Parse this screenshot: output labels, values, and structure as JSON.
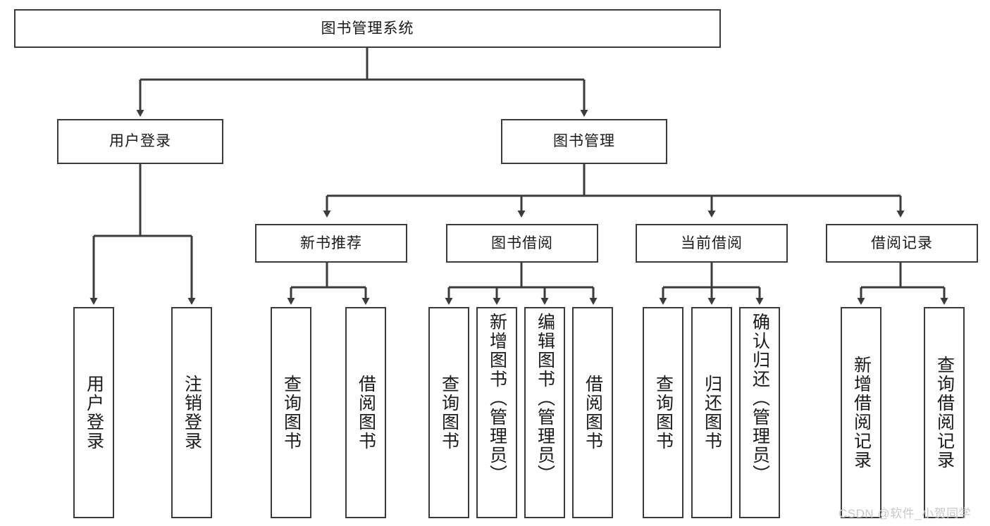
{
  "diagram": {
    "title": "图书管理系统",
    "type": "tree-hierarchy-chart",
    "root": {
      "label": "图书管理系统"
    },
    "level2": [
      {
        "label": "用户登录"
      },
      {
        "label": "图书管理"
      }
    ],
    "level3": [
      {
        "label": "新书推荐"
      },
      {
        "label": "图书借阅"
      },
      {
        "label": "当前借阅"
      },
      {
        "label": "借阅记录"
      }
    ],
    "leaves": {
      "user_login": [
        {
          "label": "用户登录"
        },
        {
          "label": "注销登录"
        }
      ],
      "new_book_recommend": [
        {
          "label": "查询图书"
        },
        {
          "label": "借阅图书"
        }
      ],
      "book_borrow": [
        {
          "label": "查询图书"
        },
        {
          "label": "新增图书（管理员）"
        },
        {
          "label": "编辑图书（管理员）"
        },
        {
          "label": "借阅图书"
        }
      ],
      "current_borrow": [
        {
          "label": "查询图书"
        },
        {
          "label": "归还图书"
        },
        {
          "label": "确认归还（管理员）"
        }
      ],
      "borrow_record": [
        {
          "label": "新增借阅记录"
        },
        {
          "label": "查询借阅记录"
        }
      ]
    }
  },
  "watermark": {
    "text": "CSDN @软件_小贺同学"
  },
  "colors": {
    "border": "#3b3b3b",
    "background": "#ffffff",
    "text": "#1a1a1a",
    "watermark": "#c9c9c9"
  }
}
